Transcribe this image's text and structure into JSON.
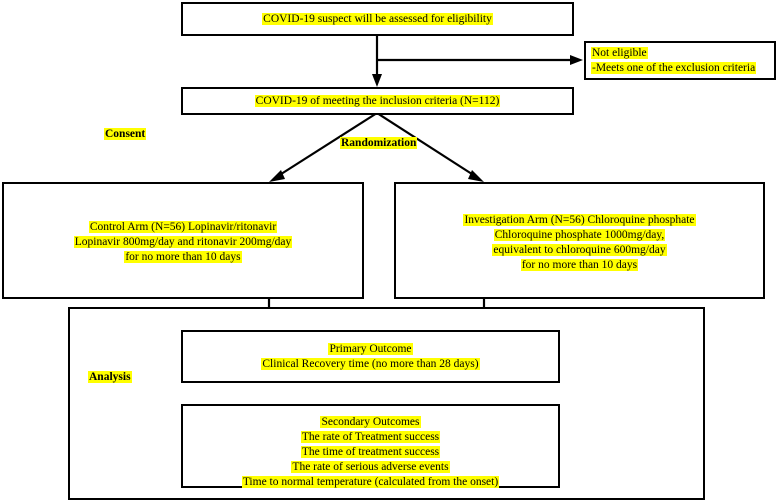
{
  "diagram": {
    "title": "COVID-19 randomized controlled trial flow diagram",
    "colors": {
      "highlight": "#ffff00",
      "line": "#000000",
      "background": "#ffffff"
    },
    "nodes": {
      "screening": {
        "lines": [
          "COVID-19 suspect will be assessed for eligibility"
        ]
      },
      "not_eligible": {
        "lines": [
          "Not eligible",
          "-Meets one of the exclusion criteria"
        ]
      },
      "inclusion": {
        "lines": [
          "COVID-19 of meeting the inclusion criteria (N=112)"
        ]
      },
      "control_arm": {
        "lines": [
          "Control Arm (N=56) Lopinavir/ritonavir",
          "Lopinavir 800mg/day and ritonavir 200mg/day",
          "for no more than 10 days"
        ]
      },
      "investigation_arm": {
        "lines": [
          "Investigation Arm (N=56) Chloroquine phosphate",
          "Chloroquine phosphate 1000mg/day,",
          "equivalent to chloroquine 600mg/day",
          "for no more than 10 days"
        ]
      },
      "primary_outcome": {
        "lines": [
          "Primary Outcome",
          "Clinical Recovery time (no more than 28 days)"
        ]
      },
      "secondary_outcomes": {
        "lines": [
          "Secondary Outcomes",
          "The rate of Treatment success",
          "The time of treatment success",
          "The rate of serious adverse events",
          "Time to normal temperature (calculated from the onset)"
        ]
      }
    },
    "labels": {
      "consent": "Consent",
      "randomization": "Randomization",
      "analysis": "Analysis"
    }
  }
}
